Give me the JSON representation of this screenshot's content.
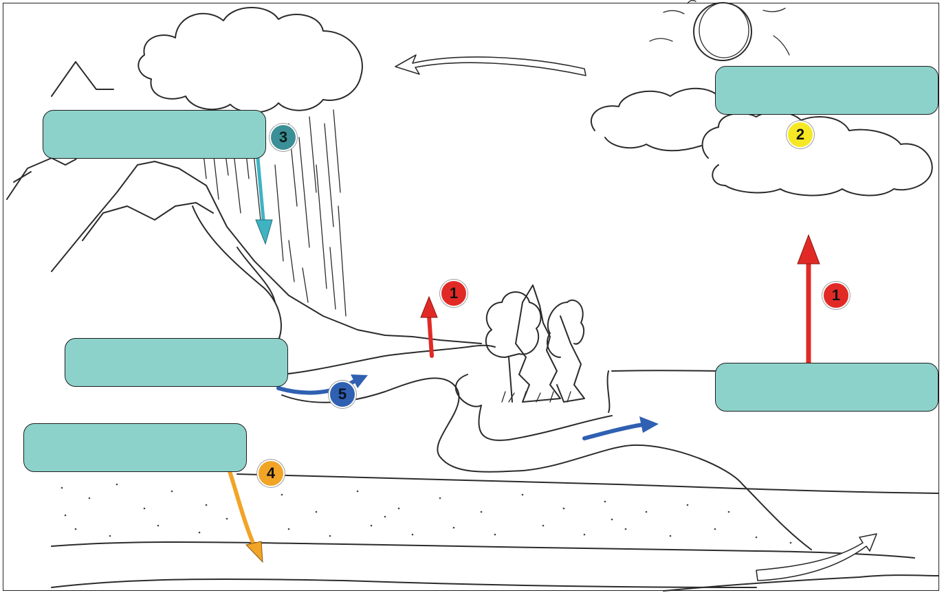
{
  "diagram": {
    "type": "water cycle worksheet",
    "box_fill": "#8dd2ca",
    "arrow_colors": {
      "evaporation": "#e12a26",
      "precipitation": "#3fb3c2",
      "infiltration": "#f2a426",
      "runoff": "#2f60b1"
    },
    "answer_boxes": [
      {
        "id": "box-clouds-right",
        "value": ""
      },
      {
        "id": "box-rain",
        "value": ""
      },
      {
        "id": "box-river",
        "value": ""
      },
      {
        "id": "box-ground",
        "value": ""
      },
      {
        "id": "box-sea",
        "value": ""
      }
    ],
    "markers": [
      {
        "id": "marker-3",
        "label": "3",
        "color": "#3b8f96"
      },
      {
        "id": "marker-2",
        "label": "2",
        "color": "#f6e824"
      },
      {
        "id": "marker-1-lake",
        "label": "1",
        "color": "#e12a26"
      },
      {
        "id": "marker-1-sea",
        "label": "1",
        "color": "#e12a26"
      },
      {
        "id": "marker-5",
        "label": "5",
        "color": "#2f60b1"
      },
      {
        "id": "marker-4",
        "label": "4",
        "color": "#f2a426"
      }
    ]
  }
}
